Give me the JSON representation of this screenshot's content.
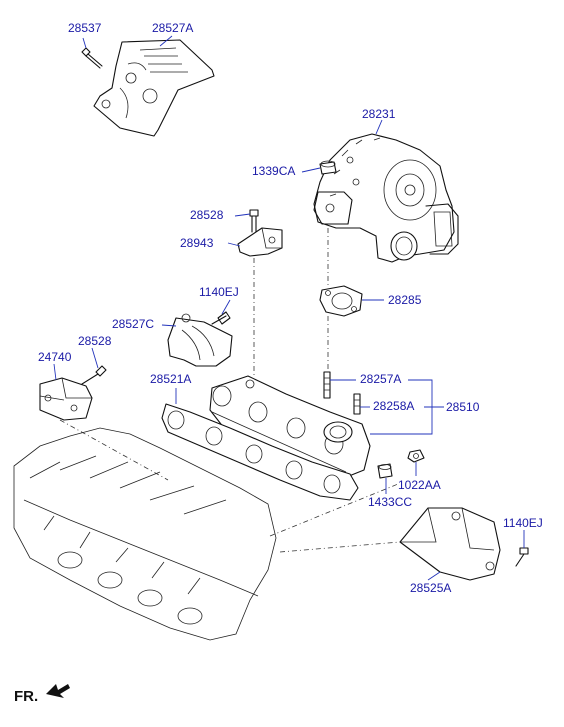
{
  "labels": {
    "p28537": "28537",
    "p28527A": "28527A",
    "p28231": "28231",
    "p1339CA": "1339CA",
    "p28528_top": "28528",
    "p28943": "28943",
    "p1140EJ_top": "1140EJ",
    "p28285": "28285",
    "p28527C": "28527C",
    "p24740": "24740",
    "p28528_left": "28528",
    "p28521A": "28521A",
    "p28257A": "28257A",
    "p28258A": "28258A",
    "p28510": "28510",
    "p1022AA": "1022AA",
    "p1433CC": "1433CC",
    "p1140EJ_right": "1140EJ",
    "p28525A": "28525A"
  },
  "direction_label": "FR.",
  "colors": {
    "label": "#1a1aa6",
    "leader": "#2233bb",
    "line": "#111111"
  }
}
